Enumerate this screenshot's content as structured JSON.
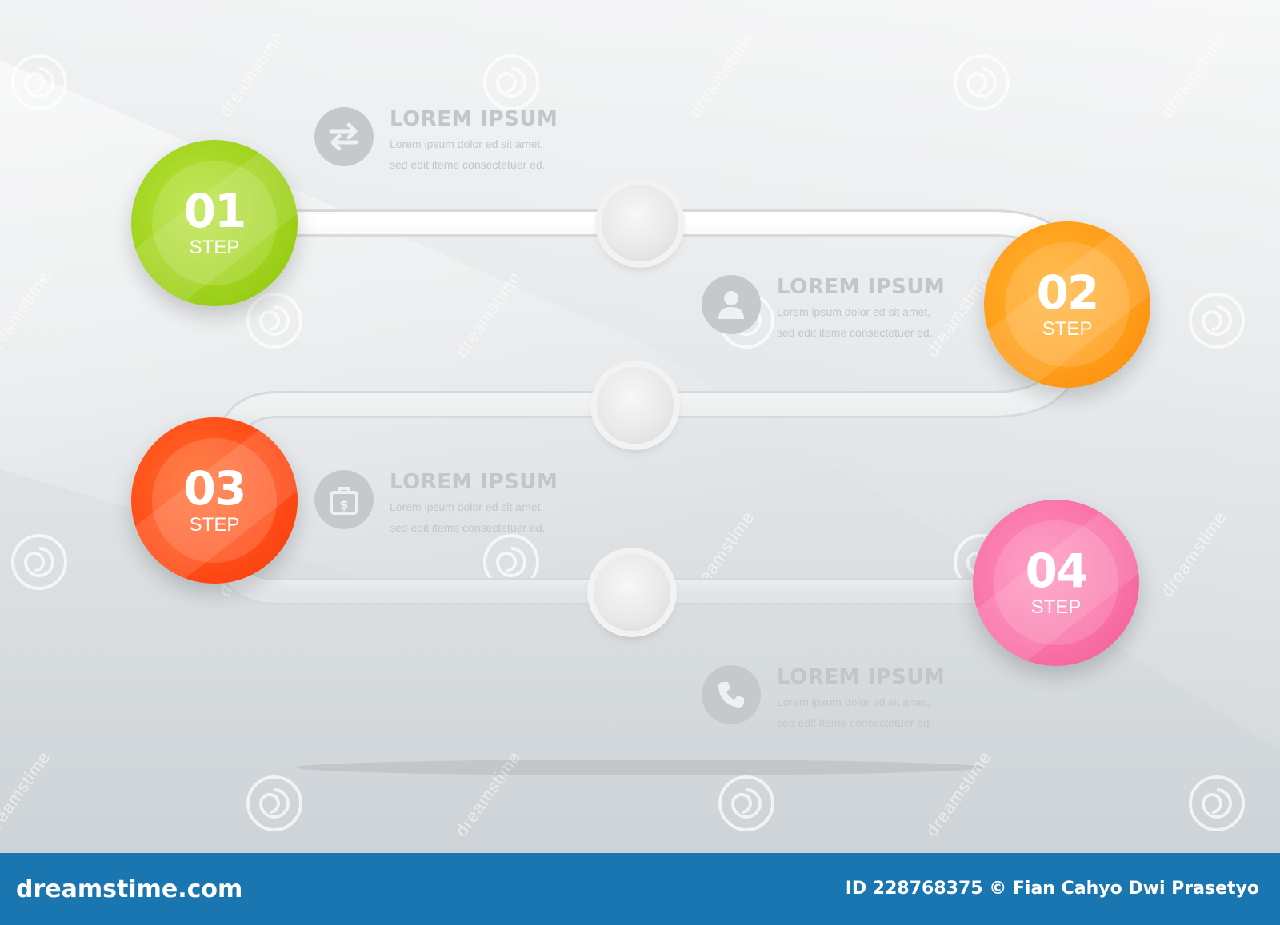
{
  "steps": [
    {
      "number": "01",
      "label": "STEP",
      "color": "#9fd21b"
    },
    {
      "number": "02",
      "label": "STEP",
      "color": "#ff9c17"
    },
    {
      "number": "03",
      "label": "STEP",
      "color": "#ff4b16"
    },
    {
      "number": "04",
      "label": "STEP",
      "color": "#f970a6"
    }
  ],
  "items": [
    {
      "icon": "exchange-icon",
      "title": "LOREM IPSUM",
      "line1": "Lorem ipsum dolor ed sit amet,",
      "line2": "sed edit  iteme consectetuer ed."
    },
    {
      "icon": "user-icon",
      "title": "LOREM IPSUM",
      "line1": "Lorem ipsum dolor ed sit amet,",
      "line2": "sed edit  iteme consectetuer ed."
    },
    {
      "icon": "money-bag-icon",
      "title": "LOREM IPSUM",
      "line1": "Lorem ipsum dolor ed sit amet,",
      "line2": "sed edit  iteme consectetuer ed."
    },
    {
      "icon": "phone-icon",
      "title": "LOREM IPSUM",
      "line1": "Lorem ipsum dolor ed sit amet,",
      "line2": "sed edit  iteme consectetuer ed."
    }
  ],
  "watermark": {
    "text": "dreamstime"
  },
  "footer": {
    "brand": "dreamstime.com",
    "credit": "ID 228768375 © Fian Cahyo Dwi Prasetyo",
    "background": "#1a76b0"
  }
}
